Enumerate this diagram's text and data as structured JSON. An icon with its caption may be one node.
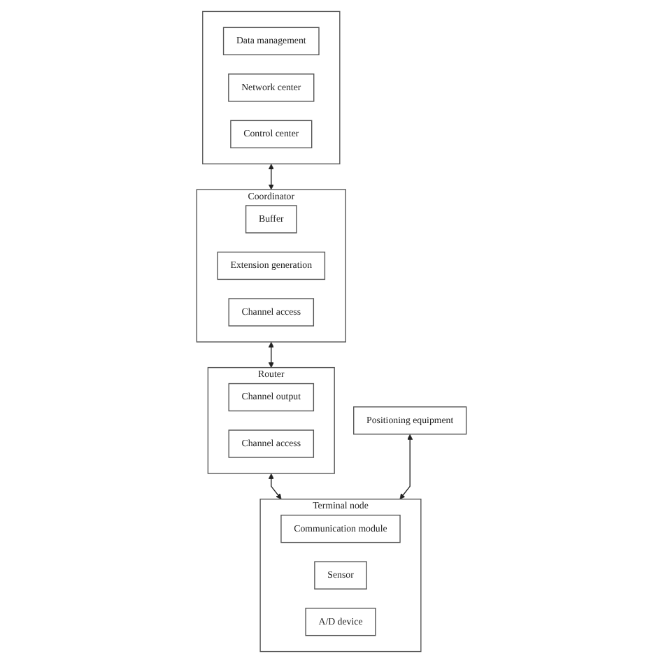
{
  "diagram": {
    "nodes": [
      {
        "text": [],
        "shape": "box"
      },
      {
        "text": [
          "Data management"
        ],
        "in": 0
      },
      {
        "text": [
          "Network center"
        ],
        "in": 0
      },
      {
        "text": [
          "Control center"
        ],
        "in": 0
      },
      {
        "text": [
          "Coordinator"
        ]
      },
      {
        "text": [
          "Buffer"
        ],
        "in": 4
      },
      {
        "text": [
          "Extension generation"
        ],
        "in": 4
      },
      {
        "text": [
          "Channel access"
        ],
        "in": 4
      },
      {
        "text": [
          "Router"
        ]
      },
      {
        "text": [
          "Channel output"
        ],
        "in": 8
      },
      {
        "text": [
          "Channel access"
        ],
        "in": 8
      },
      {
        "text": [
          "Terminal node"
        ]
      },
      {
        "text": [
          "Communication module"
        ],
        "in": 11
      },
      {
        "text": [
          "Sensor"
        ],
        "in": 11
      },
      {
        "text": [
          "A/D device"
        ],
        "in": 11
      },
      {
        "text": [
          "Positioning equipment"
        ]
      }
    ],
    "edges": [
      {
        "from": 0,
        "to": 4,
        "arrow": "both"
      },
      {
        "from": 4,
        "to": 8,
        "arrow": "both"
      },
      {
        "from": 8,
        "to": 11,
        "arrow": "both"
      },
      {
        "from": 15,
        "to": 11,
        "arrow": "both"
      }
    ]
  }
}
